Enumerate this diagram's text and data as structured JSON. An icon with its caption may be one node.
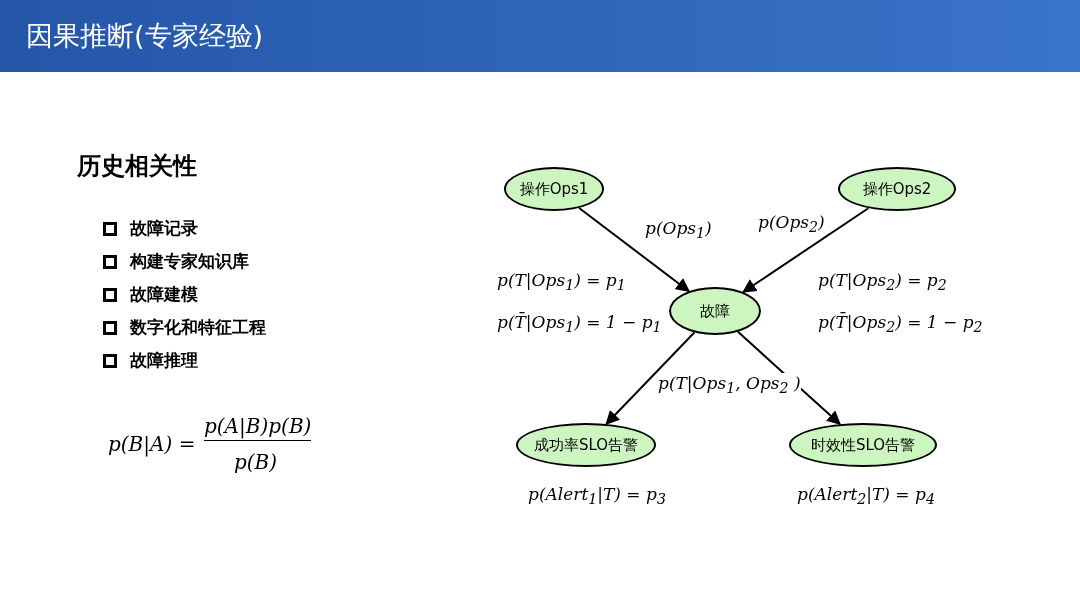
{
  "diagram": {
    "title": "因果推断(专家经验)",
    "nodes": [
      {
        "text": [
          "操作Ops1"
        ]
      },
      {
        "text": [
          "操作Ops2"
        ]
      },
      {
        "text": [
          "故障"
        ],
        "beside": [
          "p(T|Ops$_{1}$) = p$_{1}$",
          "p(T̄|Ops$_{1}$) = 1 − p$_{1}$",
          "p(T|Ops$_{2}$) = p$_{2}$",
          "p(T̄|Ops$_{2}$) = 1 − p$_{2}$"
        ]
      },
      {
        "text": [
          "成功率SLO告警"
        ],
        "beside": [
          "p(Alert$_{1}$|T) = p$_{3}$"
        ]
      },
      {
        "text": [
          "时效性SLO告警"
        ],
        "beside": [
          "p(Alert$_{2}$|T) = p$_{4}$"
        ]
      }
    ],
    "edges": [
      {
        "from": 0,
        "to": 2,
        "arrow": "to",
        "label": "p(Ops$_{1}$)"
      },
      {
        "from": 1,
        "to": 2,
        "arrow": "to",
        "label": "p(Ops$_{2}$)"
      },
      {
        "from": 2,
        "to": 3,
        "arrow": "to"
      },
      {
        "from": 2,
        "to": 4,
        "arrow": "to"
      }
    ],
    "labels": [
      "历史相关性",
      "故障记录",
      "构建专家知识库",
      "故障建模",
      "数字化和特征工程",
      "故障推理",
      "p(B|A) =",
      "p(A|B)p(B)",
      "p(B)",
      "p(T|Ops$_{1}$, Ops$_{2}$ )"
    ]
  }
}
